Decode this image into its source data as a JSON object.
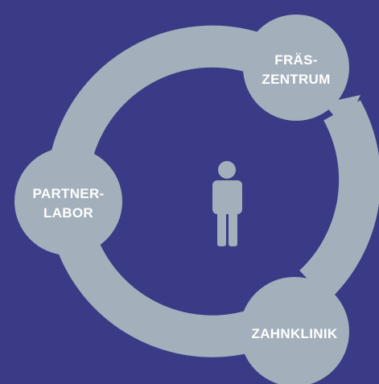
{
  "colors": {
    "background": "#3b3a86",
    "ring": "#a3b0bb",
    "node": "#a3b0bb",
    "label": "#ffffff",
    "person": "#a3b0bb"
  },
  "nodes": {
    "fraeszentrum": {
      "line1": "FRÄS-",
      "line2": "ZENTRUM"
    },
    "partnerlabor": {
      "line1": "PARTNER-",
      "line2": "LABOR"
    },
    "zahnklinik": {
      "line1": "ZAHNKLINIK"
    }
  },
  "center_icon": "person-icon"
}
